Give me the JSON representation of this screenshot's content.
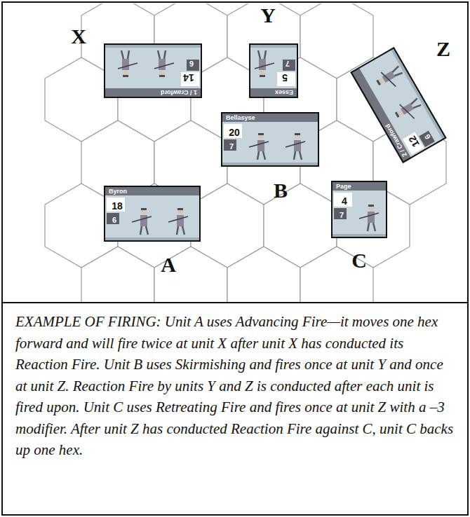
{
  "diagram": {
    "caption": "EXAMPLE OF FIRING: Unit A uses Advancing Fire—it moves one hex forward and will fire twice at unit X after unit X has conducted its Reaction Fire. Unit B uses Skirmishing and fires once at unit Y and once at unit Z. Reaction Fire by units Y and Z is conducted after each unit is fired upon. Unit C uses Retreating Fire and fires once at unit Z with a –3 modifier. After unit Z has conducted Reaction Fire against C, unit C backs up one hex.",
    "nodes": [
      {
        "text": [
          "1 / Crawford",
          "14",
          "6"
        ]
      },
      {
        "text": [
          "Essex",
          "5",
          "7"
        ]
      },
      {
        "text": [
          "2 / Crawford",
          "12",
          "6"
        ]
      },
      {
        "text": [
          "Bellasyse",
          "20",
          "7"
        ]
      },
      {
        "text": [
          "Byron",
          "18",
          "6"
        ]
      },
      {
        "text": [
          "Page",
          "4",
          "7"
        ]
      }
    ],
    "labels": [
      "X",
      "Y",
      "Z",
      "B",
      "A",
      "C"
    ]
  }
}
